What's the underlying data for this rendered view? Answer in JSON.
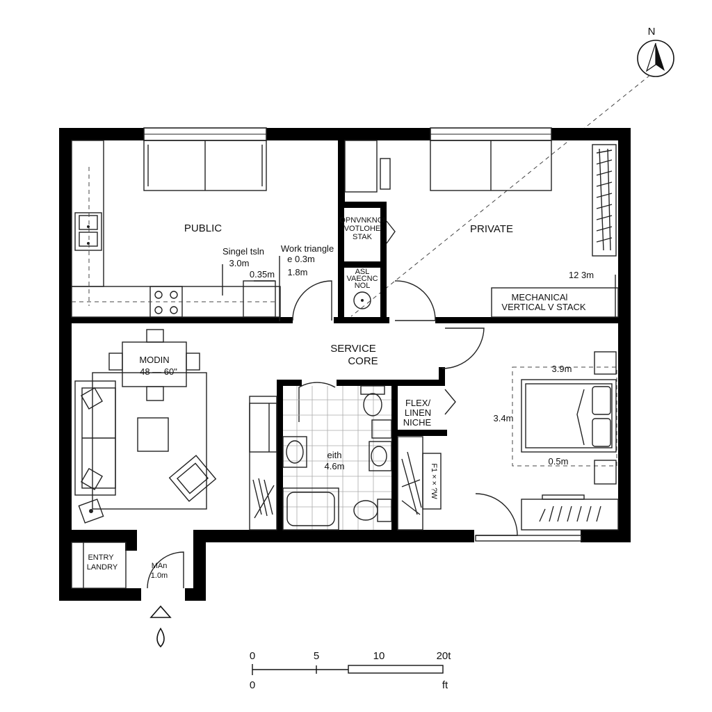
{
  "north_label": "N",
  "zones": {
    "public": "PUBLIC",
    "private": "PRIVATE",
    "service_core_line1": "SERVICE",
    "service_core_line2": "CORE"
  },
  "kitchen": {
    "single_line": "Singel tsln",
    "single_line_dim": "3.0m",
    "work_triangle": "Work triangle",
    "work_triangle_dim1": "e 0.3m",
    "work_triangle_dim2": "1.8m",
    "counter_dim": "0.35m"
  },
  "core_upper": {
    "line1": "OPNVNKNCI",
    "line2": "VOTLOHE",
    "line3": "STAK"
  },
  "core_lower": {
    "line1": "ASL",
    "line2": "VAECNC",
    "line3": "NOL"
  },
  "private_dim": "12 3m",
  "mechanical": {
    "line1": "MECHANICAl",
    "line2": "VERTICAL V STACK"
  },
  "dining": {
    "line1": "MODIN",
    "line2": "48 — 60\""
  },
  "flex": {
    "line1": "FLEX/",
    "line2": "LINEN",
    "line3": "NICHE"
  },
  "bath": {
    "line1": "eith",
    "line2": "4.6m"
  },
  "closet_text": "F1 × × ?W",
  "bedroom": {
    "width_dim": "3.9m",
    "height_dim": "3.4m",
    "clearance_dim": "0.5m"
  },
  "entry": {
    "line1": "ENTRY",
    "line2": "LANDRY"
  },
  "main_door": {
    "line1": "MAn",
    "line2": "1.0m"
  },
  "scale": {
    "tick_0": "0",
    "tick_5": "5",
    "tick_10": "10",
    "tick_20": "20t",
    "bottom_0": "0",
    "unit": "ft"
  }
}
